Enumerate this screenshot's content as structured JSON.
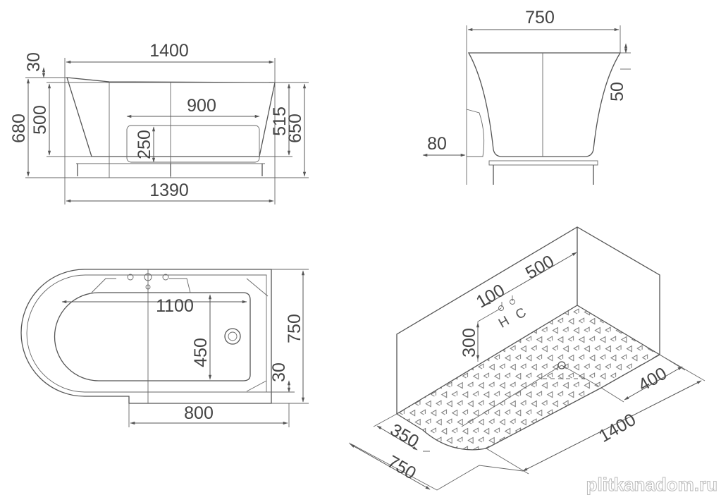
{
  "side_view": {
    "overall_length_top": "1400",
    "rim_drop": "30",
    "overall_height": "680",
    "inner_depth": "500",
    "panel_length": "900",
    "panel_height": "250",
    "depth_right": "515",
    "height_right": "650",
    "base_length": "1390"
  },
  "end_view": {
    "width": "750",
    "rim_drop": "50",
    "foot_offset": "80"
  },
  "plan_view": {
    "inner_length": "1100",
    "inner_width": "450",
    "overall_width": "750",
    "edge_offset": "30",
    "step_length": "800"
  },
  "install_view": {
    "wall_length": "500",
    "tap_spacing": "100",
    "tap_height": "300",
    "hot_label": "H",
    "cold_label": "C",
    "drain_offset": "400",
    "total_length": "1400",
    "front_offset": "350",
    "total_width": "750"
  },
  "watermark": "plitkanadom.ru"
}
